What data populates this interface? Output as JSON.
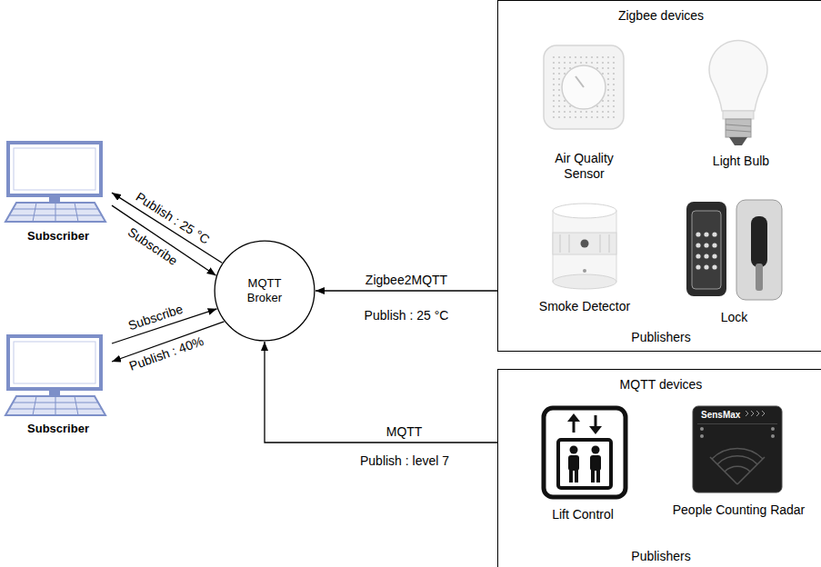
{
  "diagram": {
    "nodes": [
      {
        "text": [
          "Subscriber"
        ]
      },
      {
        "text": [
          "Subscriber"
        ]
      },
      {
        "text": [
          "MQTT Broker"
        ]
      },
      {
        "text": [
          "Zigbee devices",
          "Publishers"
        ]
      },
      {
        "text": [
          "Air Quality Sensor"
        ],
        "in": 3
      },
      {
        "text": [
          "Light Bulb"
        ],
        "in": 3
      },
      {
        "text": [
          "Smoke Detector"
        ],
        "in": 3
      },
      {
        "text": [
          "Lock"
        ],
        "in": 3
      },
      {
        "text": [
          "MQTT devices",
          "Publishers"
        ]
      },
      {
        "text": [
          "Lift Control"
        ],
        "in": 8
      },
      {
        "text": [
          "People Counting Radar"
        ],
        "in": 8
      }
    ],
    "edges": [
      {
        "from": 2,
        "to": 0,
        "label": "Publish : 25 °C",
        "arrow": "to"
      },
      {
        "from": 0,
        "to": 2,
        "label": "Subscribe",
        "arrow": "to"
      },
      {
        "from": 1,
        "to": 2,
        "label": "Subscribe",
        "arrow": "to"
      },
      {
        "from": 2,
        "to": 1,
        "label": "Publish : 40%",
        "arrow": "to"
      },
      {
        "from": 3,
        "to": 2,
        "label": "Zigbee2MQTT",
        "arrow": "to"
      },
      {
        "from": 8,
        "to": 2,
        "label": "MQTT",
        "arrow": "to"
      }
    ],
    "labels": [
      "Publish : 25 °C",
      "Publish : level 7",
      "SensMax"
    ]
  }
}
